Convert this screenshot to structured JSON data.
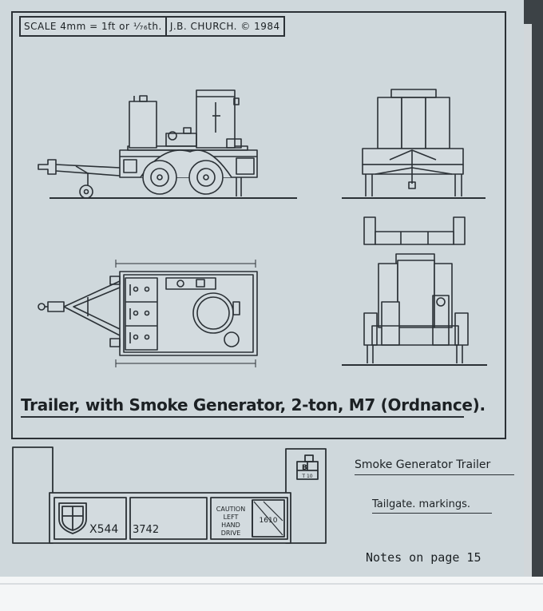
{
  "header": {
    "scale_text": "SCALE 4mm = 1ft or ¹⁄₇₆th.",
    "author_text": "J.B. CHURCH. © 1984"
  },
  "caption": "Trailer, with Smoke Generator, 2-ton, M7 (Ordnance).",
  "tailgate": {
    "plate_code": "X544",
    "serial": "3742",
    "caution_line1": "CAUTION",
    "caution_line2": "LEFT",
    "caution_line3": "HAND",
    "caution_line4": "DRIVE",
    "bridge_class": "1610",
    "marker_top": "B",
    "marker_bottom": "T 10"
  },
  "labels": {
    "title": "Smoke Generator Trailer",
    "subtitle": "Tailgate. markings.",
    "notes": "Notes on page 15"
  }
}
